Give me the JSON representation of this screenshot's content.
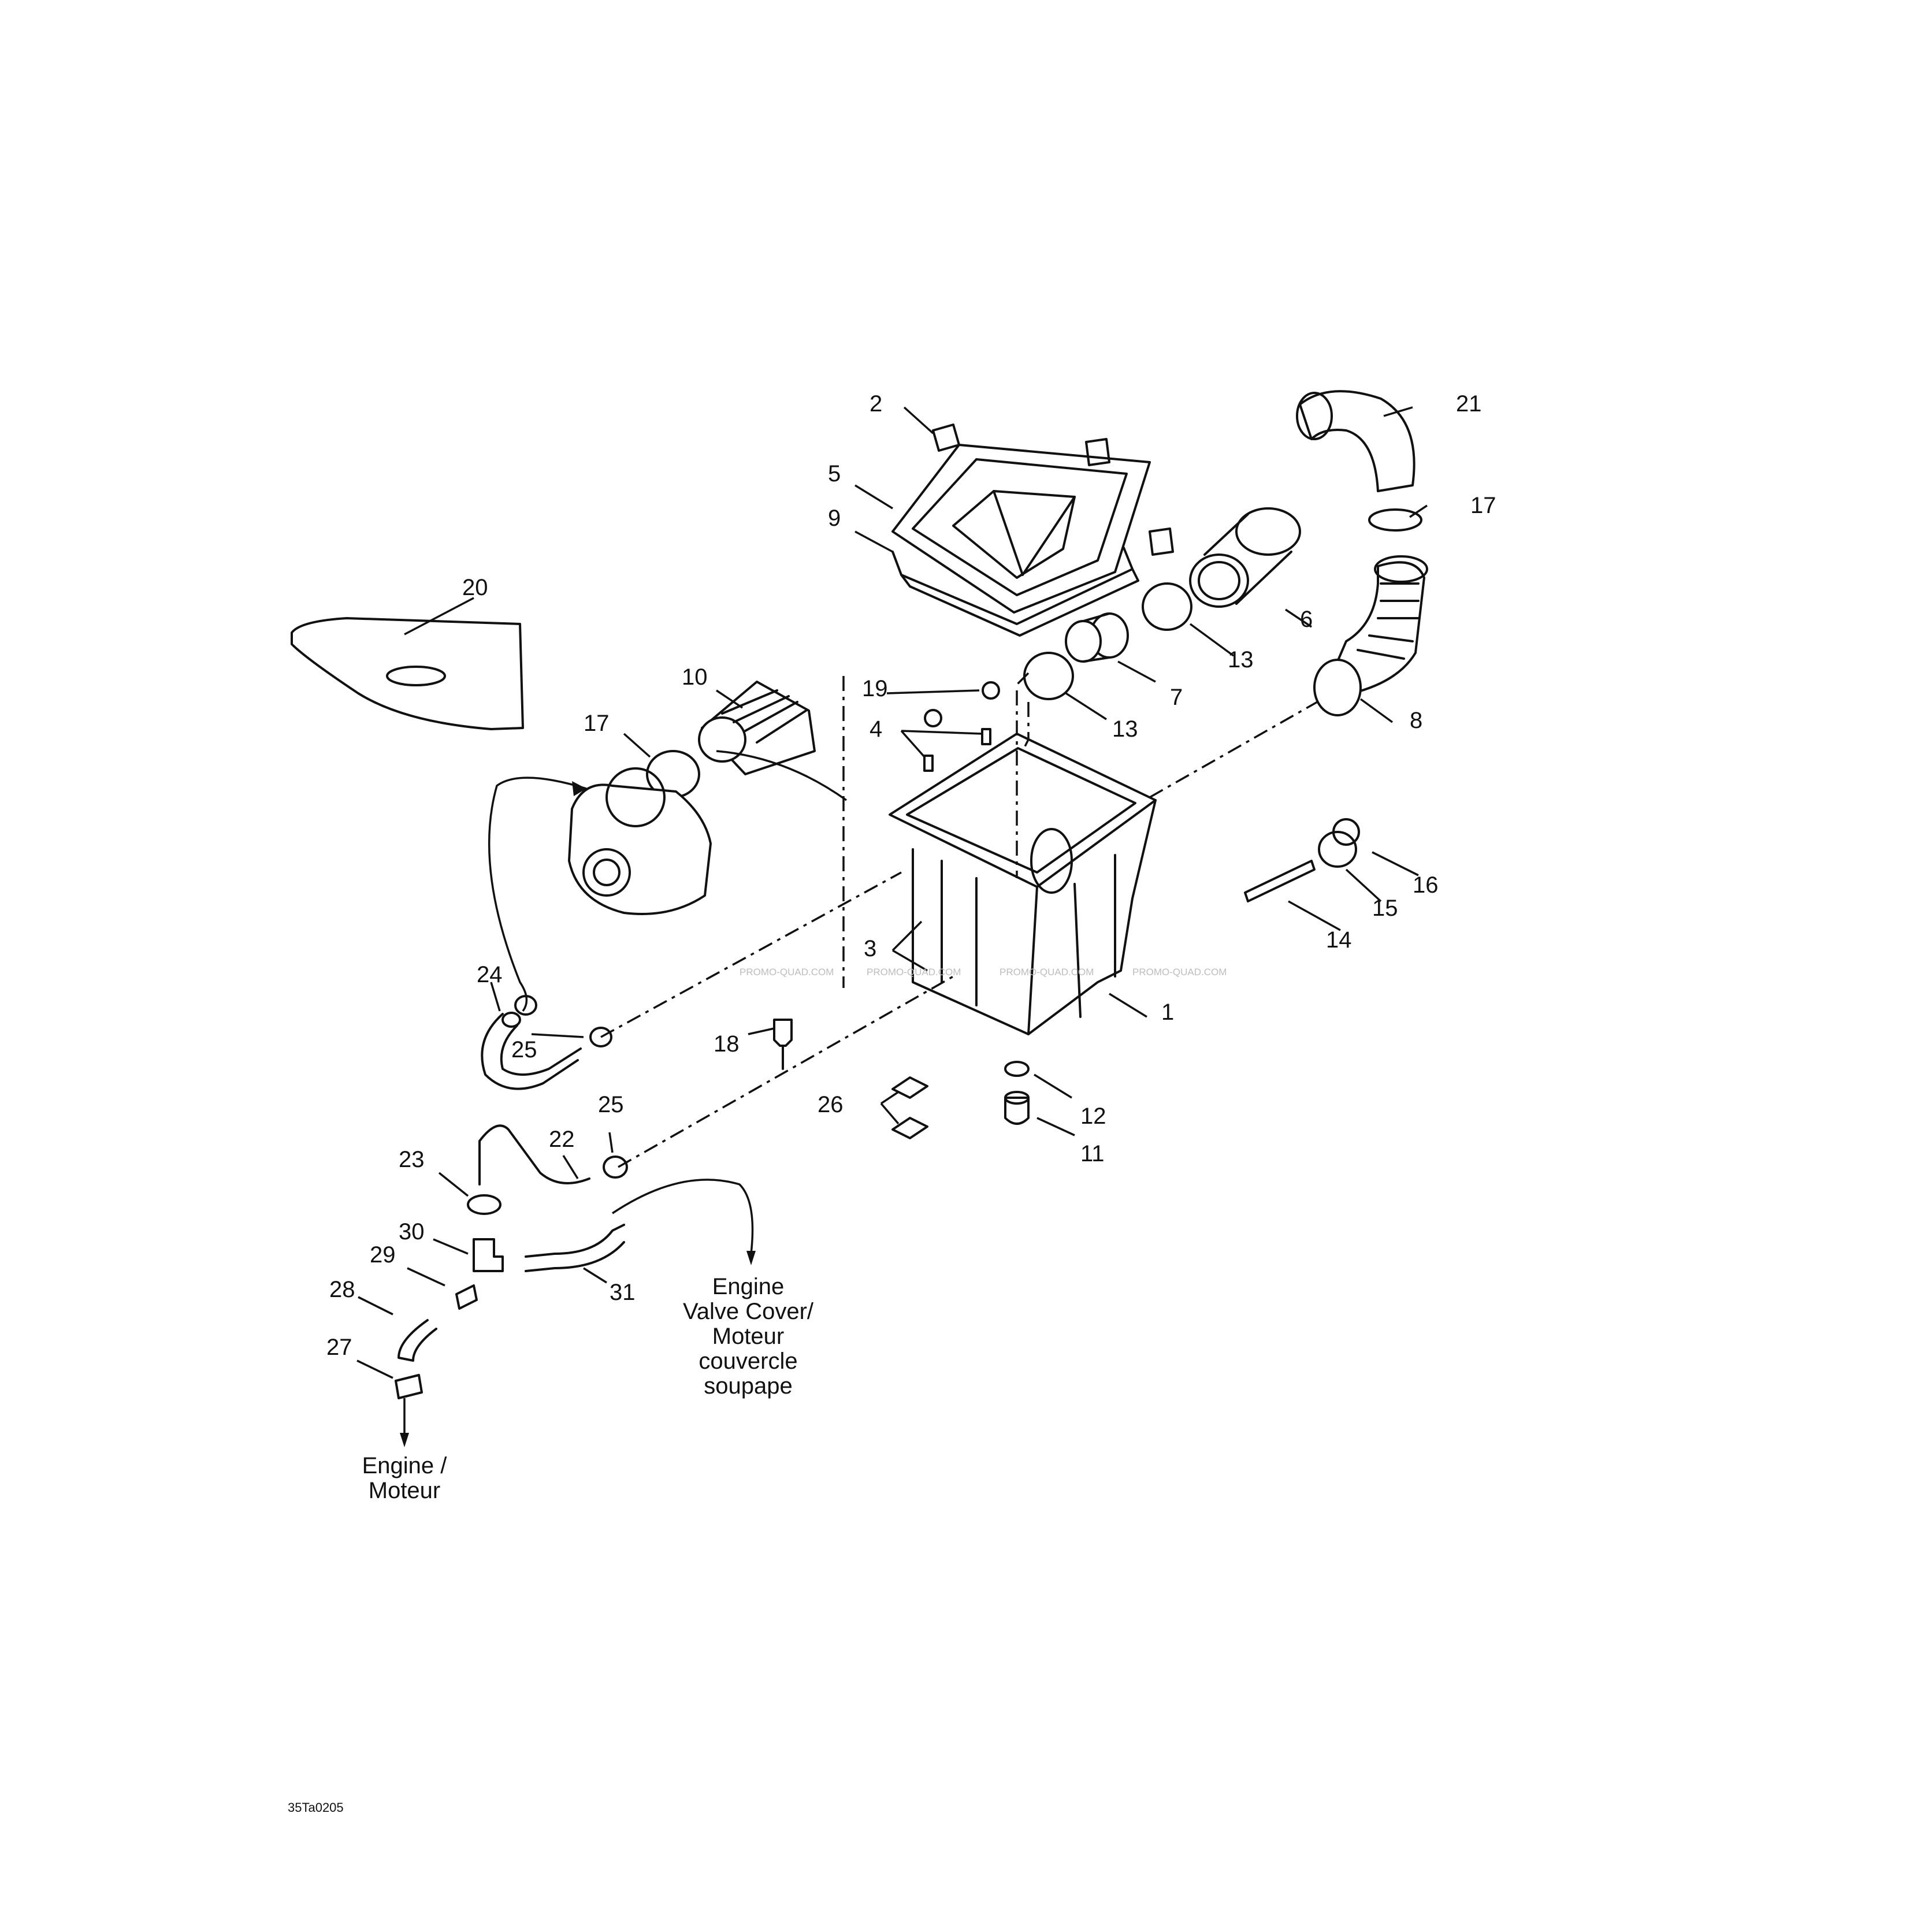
{
  "callouts": [
    "1",
    "2",
    "3",
    "4",
    "5",
    "6",
    "7",
    "8",
    "9",
    "10",
    "11",
    "12",
    "13",
    "13",
    "14",
    "15",
    "16",
    "17",
    "17",
    "18",
    "19",
    "20",
    "21",
    "22",
    "23",
    "24",
    "25",
    "25",
    "26",
    "27",
    "28",
    "29",
    "30",
    "31"
  ],
  "notes": {
    "valve_cover": [
      "Engine",
      "Valve Cover/",
      "Moteur",
      "couvercle",
      "soupape"
    ],
    "engine": [
      "Engine /",
      "Moteur"
    ]
  },
  "watermark": "PROMO-QUAD.COM",
  "drawing_code": "35Ta0205"
}
